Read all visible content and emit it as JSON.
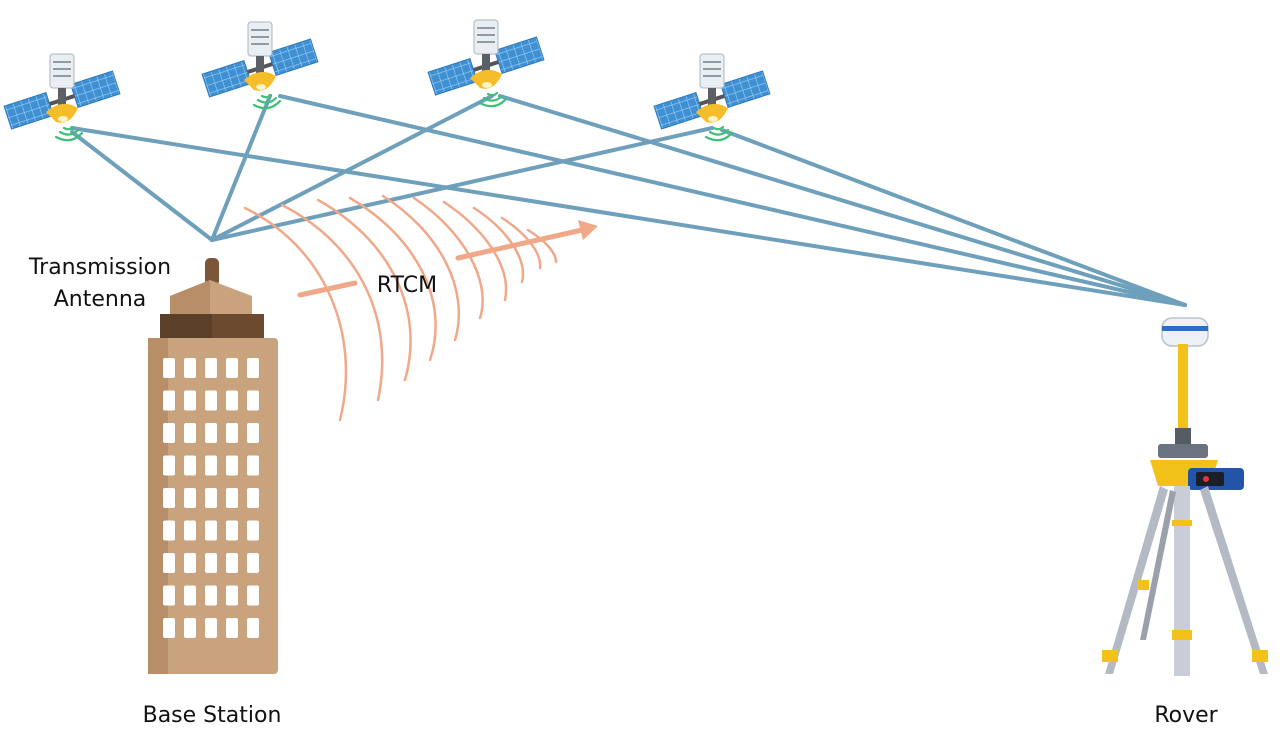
{
  "labels": {
    "antenna_line1": "Transmission",
    "antenna_line2": "Antenna",
    "signal": "RTCM",
    "base": "Base Station",
    "rover": "Rover"
  },
  "colors": {
    "link": "#6e9fbb",
    "radio": "#f0a888",
    "panel": "#3f8fd3",
    "dish": "#f6bd2a",
    "beacon": "#3ec07a",
    "building": "#c9a27e",
    "roof": "#6b4a30",
    "tripod": "#f3c21a"
  },
  "icons": [
    "satellite-icon",
    "building-icon",
    "tripod-receiver-icon",
    "radio-wave-icon"
  ]
}
